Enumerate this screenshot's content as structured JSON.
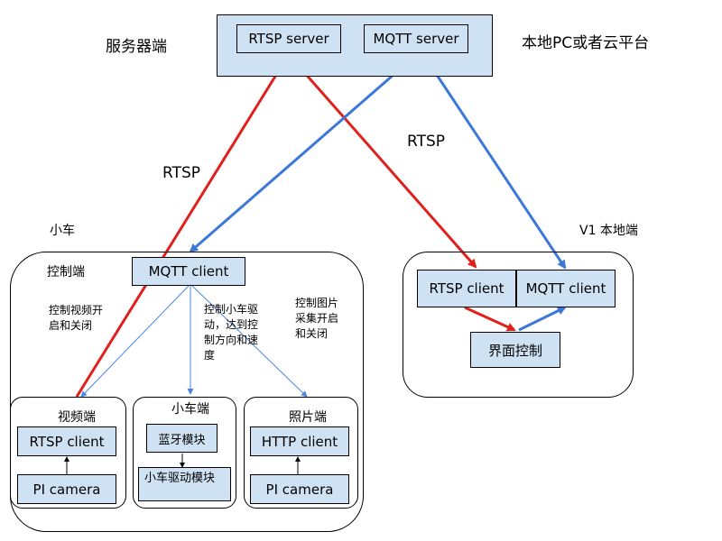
{
  "labels": {
    "server_side": "服务器端",
    "local_or_cloud": "本地PC或者云平台",
    "car": "小车",
    "v1_local": "V1 本地端",
    "control_side": "控制端",
    "rtsp_left": "RTSP",
    "rtsp_right": "RTSP",
    "note_video": "控制视频开启和关闭",
    "note_car": "控制小车驱动，达到控制方向和速度",
    "note_photo": "控制图片采集开启和关闭",
    "video_side": "视频端",
    "car_side": "小车端",
    "photo_side": "照片端"
  },
  "nodes": {
    "rtsp_server": "RTSP server",
    "mqtt_server": "MQTT server",
    "mqtt_client_car": "MQTT client",
    "rtsp_client_v1": "RTSP client",
    "mqtt_client_v1": "MQTT client",
    "ui_control": "界面控制",
    "rtsp_client_video": "RTSP client",
    "pi_camera_video": "PI camera",
    "bluetooth_module": "蓝牙模块",
    "car_drive_module": "小车驱动模块",
    "http_client": "HTTP client",
    "pi_camera_photo": "PI camera"
  },
  "colors": {
    "node_fill": "#cfe2f3",
    "rtsp_arrow": "#e0201c",
    "mqtt_arrow": "#3c78d8",
    "thin_arrow": "#4a86e8"
  }
}
